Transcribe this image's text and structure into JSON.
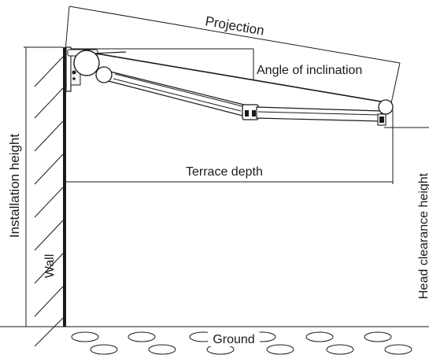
{
  "labels": {
    "projection": "Projection",
    "angle": "Angle of inclination",
    "terrace_depth": "Terrace depth",
    "installation_height": "Installation height",
    "head_clearance": "Head clearance height",
    "wall": "Wall",
    "ground": "Ground"
  }
}
